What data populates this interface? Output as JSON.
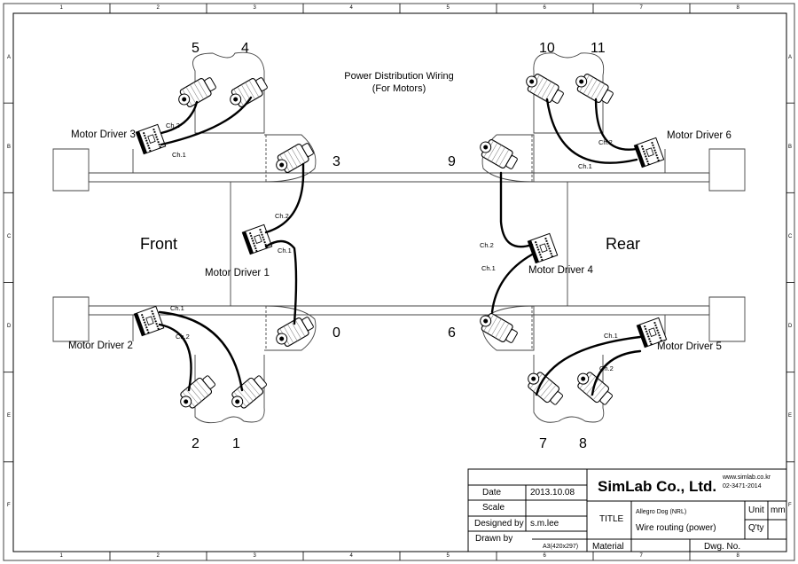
{
  "heading": {
    "line1": "Power Distribution Wiring",
    "line2": "(For Motors)"
  },
  "sides": {
    "front": "Front",
    "rear": "Rear"
  },
  "motors": [
    "0",
    "1",
    "2",
    "3",
    "4",
    "5",
    "6",
    "7",
    "8",
    "9",
    "10",
    "11"
  ],
  "drivers": [
    "Motor Driver 1",
    "Motor Driver 2",
    "Motor Driver 3",
    "Motor Driver 4",
    "Motor Driver 5",
    "Motor Driver 6"
  ],
  "channels": {
    "ch1": "Ch.1",
    "ch2": "Ch.2"
  },
  "zones": {
    "columns": [
      "1",
      "2",
      "3",
      "4",
      "5",
      "6",
      "7",
      "8"
    ],
    "rows": [
      "A",
      "B",
      "C",
      "D",
      "E",
      "F"
    ]
  },
  "title_block": {
    "company": "SimLab Co., Ltd.",
    "website": "www.simlab.co.kr",
    "phone": "02-3471-2014",
    "date_label": "Date",
    "date_value": "2013.10.08",
    "scale_label": "Scale",
    "scale_value": "",
    "designed_label": "Designed by",
    "designed_value": "s.m.lee",
    "drawn_label": "Drawn by",
    "drawn_value": "",
    "sheet_size": "A3(420x297)",
    "title_label": "TITLE",
    "project": "Allegro Dog (NRL)",
    "drawing_title": "Wire routing (power)",
    "unit_label": "Unit",
    "unit_value": "mm",
    "qty_label": "Q'ty",
    "material_label": "Material",
    "dwg_label": "Dwg. No."
  },
  "colors": {
    "line": "#000000",
    "frame": "#444444",
    "background": "#ffffff"
  }
}
